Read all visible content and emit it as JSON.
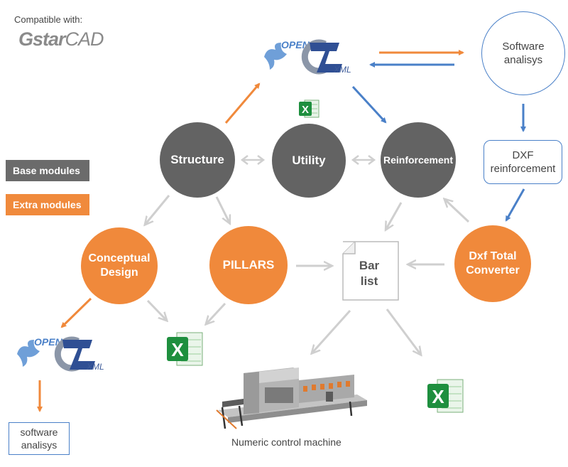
{
  "header": {
    "compatible_label": "Compatible with:",
    "logo_gstar": "Gstar",
    "logo_cad": "CAD"
  },
  "legend": {
    "base": "Base modules",
    "extra": "Extra modules"
  },
  "modules": {
    "structure": "Structure",
    "utility": "Utility",
    "reinforcement": "Reinforcement",
    "conceptual_line1": "Conceptual",
    "conceptual_line2": "Design",
    "pillars": "PILLARS",
    "dxf_line1": "Dxf Total",
    "dxf_line2": "Converter"
  },
  "outputs": {
    "software_top_line1": "Software",
    "software_top_line2": "analisys",
    "dxf_reinf_line1": "DXF",
    "dxf_reinf_line2": "reinforcement",
    "barlist_line1": "Bar",
    "barlist_line2": "list",
    "software_bottom_line1": "software",
    "software_bottom_line2": "analisys",
    "machine_label": "Numeric control machine"
  },
  "openxml_logo": {
    "open": "OPEN",
    "xml": "XML"
  },
  "excel_icon": {
    "letter": "X"
  },
  "colors": {
    "base_gray": "#636363",
    "extra_orange": "#f0893b",
    "outline_blue": "#4a80c8",
    "arrow_gray": "#cfcfcf"
  }
}
